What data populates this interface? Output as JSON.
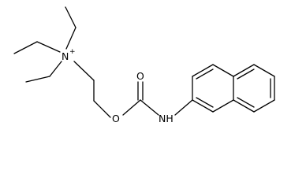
{
  "molecule": {
    "atoms": {
      "nitrogen": "N",
      "nitrogen_charge": "+",
      "ester_oxygen": "O",
      "carbonyl_oxygen": "O",
      "amide_nh": "NH"
    }
  }
}
